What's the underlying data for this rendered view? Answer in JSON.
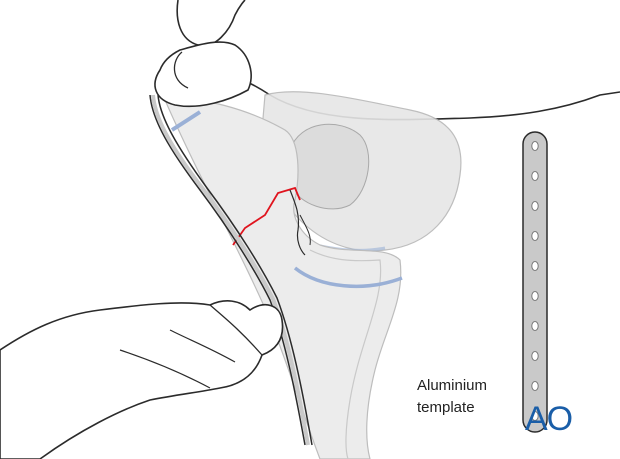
{
  "template_label": {
    "line1": "Aluminium",
    "line2": "template"
  },
  "logo": {
    "text": "AO",
    "color": "#1a5ea8"
  },
  "colors": {
    "outline": "#2b2b2b",
    "bone_fill": "#ececec",
    "bone_shadow": "#d9d9d9",
    "joint_highlight": "#9ab0d6",
    "fracture_line": "#e0141e",
    "template_fill": "#c9c9c9",
    "hand_fill": "#ffffff"
  },
  "icons": [
    "hand-left-icon",
    "hand-top-icon",
    "aluminium-template-icon",
    "ao-logo-icon"
  ]
}
